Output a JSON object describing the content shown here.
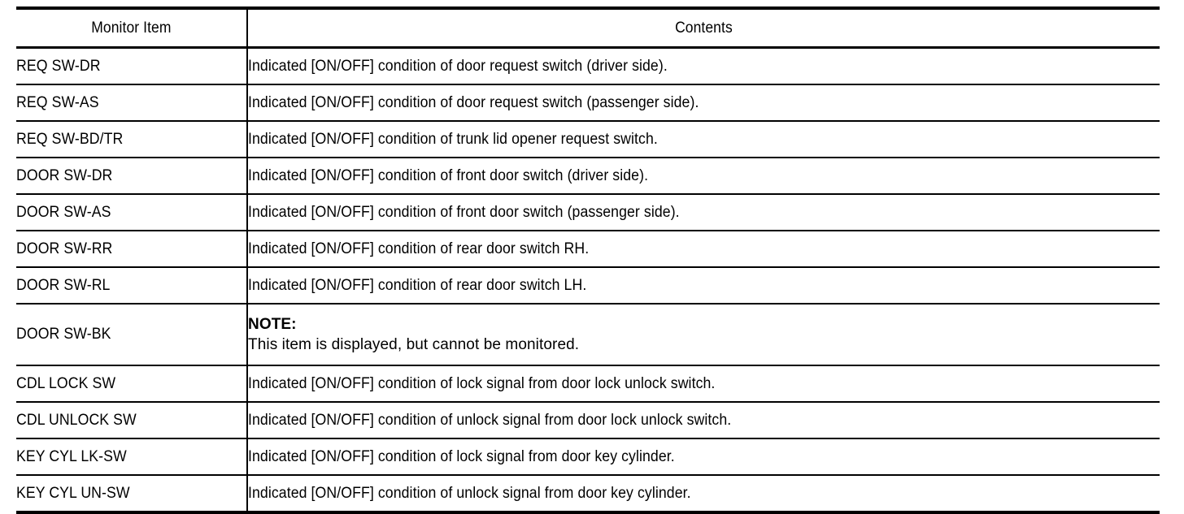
{
  "table": {
    "columns": [
      {
        "key": "monitor_item",
        "label": "Monitor Item"
      },
      {
        "key": "contents",
        "label": "Contents"
      }
    ],
    "rows": [
      {
        "monitor_item": "REQ SW-DR",
        "contents": "Indicated [ON/OFF] condition of door request switch (driver side)."
      },
      {
        "monitor_item": "REQ SW-AS",
        "contents": "Indicated [ON/OFF] condition of door request switch (passenger side)."
      },
      {
        "monitor_item": "REQ SW-BD/TR",
        "contents": "Indicated [ON/OFF] condition of trunk lid opener request switch."
      },
      {
        "monitor_item": "DOOR SW-DR",
        "contents": "Indicated [ON/OFF] condition of front door switch (driver side)."
      },
      {
        "monitor_item": "DOOR SW-AS",
        "contents": "Indicated [ON/OFF] condition of front door switch (passenger side)."
      },
      {
        "monitor_item": "DOOR SW-RR",
        "contents": "Indicated [ON/OFF] condition of rear door switch RH."
      },
      {
        "monitor_item": "DOOR SW-RL",
        "contents": "Indicated [ON/OFF] condition of rear door switch LH."
      },
      {
        "monitor_item": "DOOR SW-BK",
        "note_title": "NOTE:",
        "note_body": "This item is displayed, but cannot be monitored."
      },
      {
        "monitor_item": "CDL LOCK SW",
        "contents": "Indicated [ON/OFF] condition of lock signal from door lock unlock switch."
      },
      {
        "monitor_item": "CDL UNLOCK SW",
        "contents": "Indicated [ON/OFF] condition of unlock signal from door lock unlock switch."
      },
      {
        "monitor_item": "KEY CYL LK-SW",
        "contents": "Indicated [ON/OFF] condition of lock signal from door key cylinder."
      },
      {
        "monitor_item": "KEY CYL UN-SW",
        "contents": "Indicated [ON/OFF] condition of unlock signal from door key cylinder."
      }
    ]
  },
  "colors": {
    "text": "#000000",
    "rule": "#000000",
    "background": "#ffffff"
  }
}
